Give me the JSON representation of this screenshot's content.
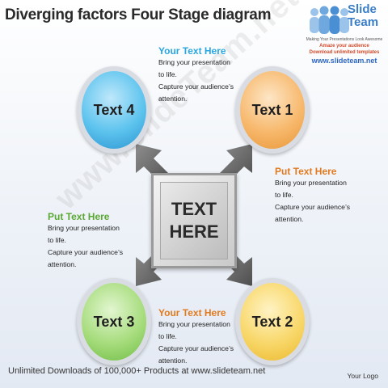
{
  "title": "Diverging factors Four Stage diagram",
  "logo": {
    "brand_line1": "Slide",
    "brand_line2": "Team",
    "tagline": "Making Your Presentations Look Awesome",
    "promo_line1": "Amaze your audience",
    "promo_line2": "Download unlimited templates",
    "url": "www.slideteam.net"
  },
  "watermark": "www.SlideTeam.net",
  "center": {
    "text": "TEXT\nHERE"
  },
  "circles": [
    {
      "label": "Text 4",
      "color": "#5cc3ee"
    },
    {
      "label": "Text 1",
      "color": "#f7b86c"
    },
    {
      "label": "Text 3",
      "color": "#a6dc7c"
    },
    {
      "label": "Text 2",
      "color": "#f8d769"
    }
  ],
  "blocks": {
    "top": {
      "title": "Your Text Here",
      "title_color": "#2aa6e0",
      "lines": [
        "Bring your presentation",
        "to life.",
        "Capture your audience’s",
        "attention."
      ]
    },
    "right": {
      "title": "Put Text Here",
      "title_color": "#e27a1f",
      "lines": [
        "Bring your presentation",
        "to life.",
        "Capture your audience’s",
        "attention."
      ]
    },
    "left": {
      "title": "Put Text Here",
      "title_color": "#5aa832",
      "lines": [
        "Bring your presentation",
        "to life.",
        "Capture your audience’s",
        "attention."
      ]
    },
    "bottom": {
      "title": "Your Text Here",
      "title_color": "#e27a1f",
      "lines": [
        "Bring your presentation",
        "to life.",
        "Capture your audience’s",
        "attention."
      ]
    }
  },
  "footer": "Unlimited Downloads of 100,000+ Products at www.slideteam.net",
  "your_logo": "Your Logo"
}
